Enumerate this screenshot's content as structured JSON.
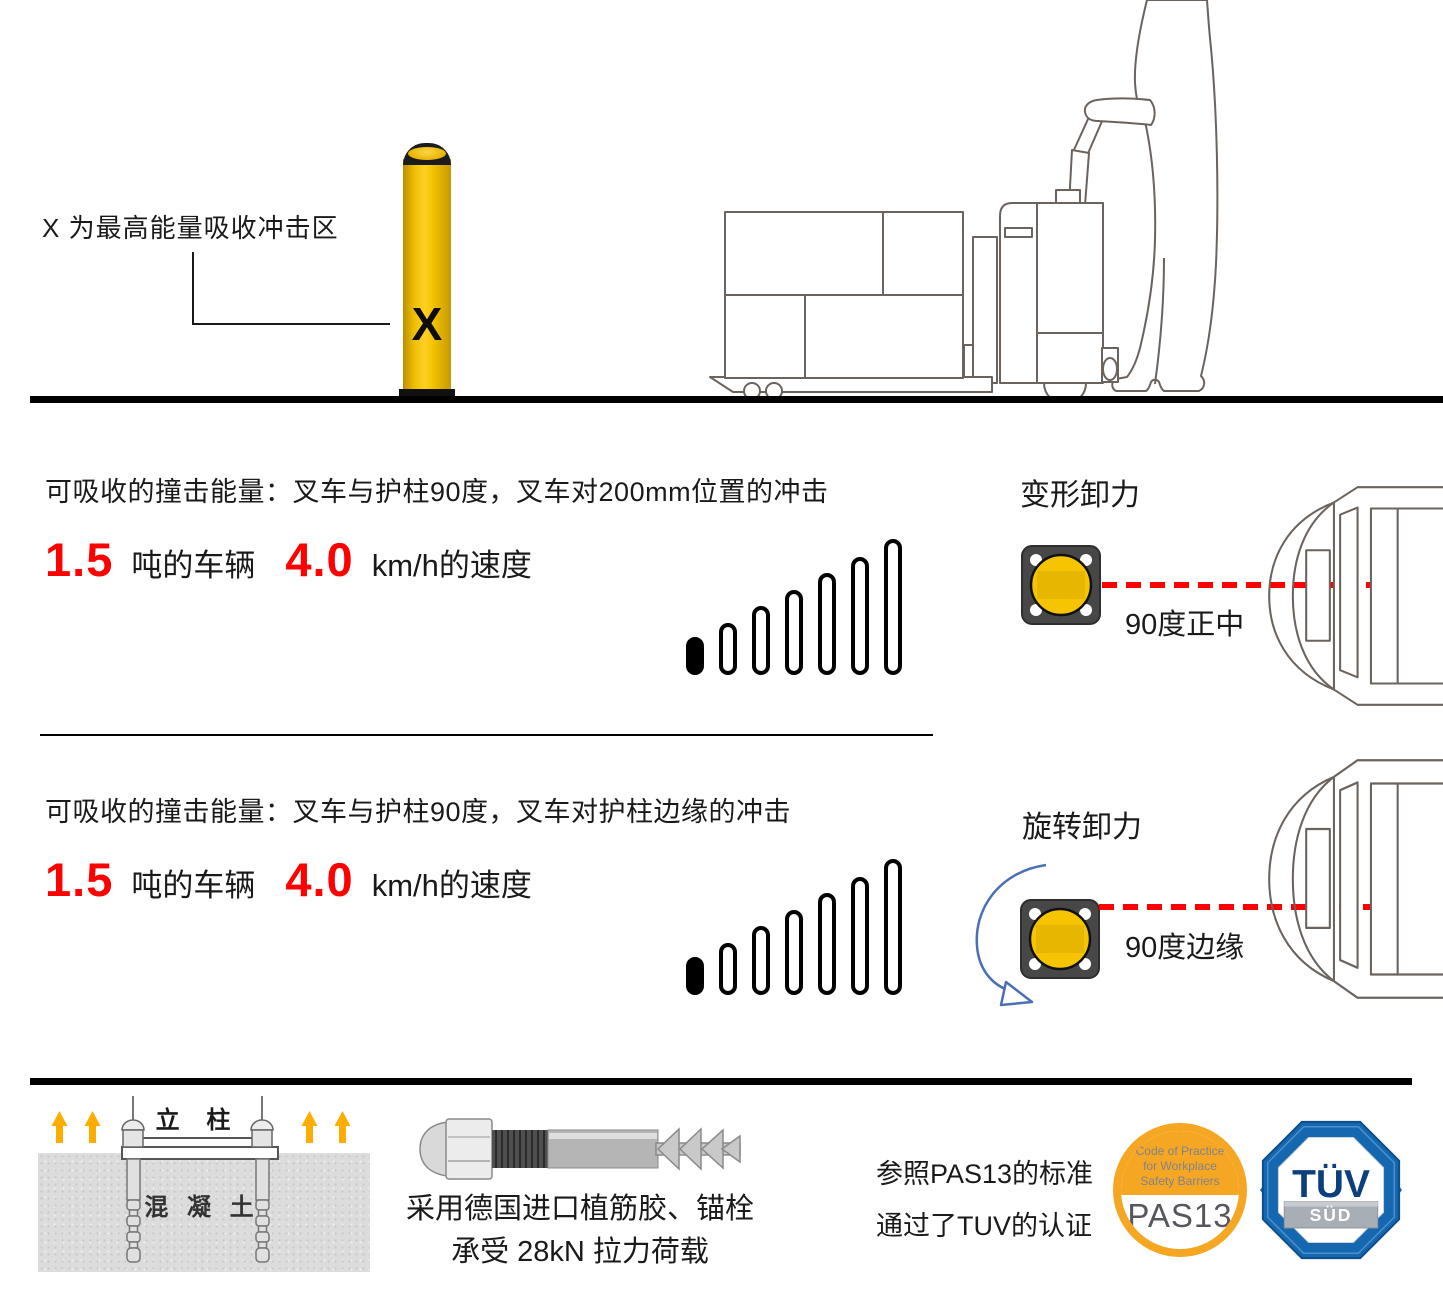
{
  "top_section": {
    "annotation": "X 为最高能量吸收冲击区",
    "bollard_marker": "X"
  },
  "rows": [
    {
      "heading": "可吸收的撞击能量：叉车与护柱90度，叉车对200mm位置的冲击",
      "weight_value": "1.5",
      "weight_unit": "吨的车辆",
      "speed_value": "4.0",
      "speed_unit": "km/h的速度",
      "bars": {
        "total": 7,
        "filled": 1
      },
      "mode_title": "变形卸力",
      "mode_caption": "90度正中"
    },
    {
      "heading": "可吸收的撞击能量：叉车与护柱90度，叉车对护柱边缘的冲击",
      "weight_value": "1.5",
      "weight_unit": "吨的车辆",
      "speed_value": "4.0",
      "speed_unit": "km/h的速度",
      "bars": {
        "total": 7,
        "filled": 1
      },
      "mode_title": "旋转卸力",
      "mode_caption": "90度边缘"
    }
  ],
  "footer": {
    "install": {
      "column_label": "立 柱",
      "concrete_label": "混 凝 土"
    },
    "anchor_line1": "采用德国进口植筋胶、锚栓",
    "anchor_line2": "承受 28kN 拉力荷载",
    "cert_line1": "参照PAS13的标准",
    "cert_line2": "通过了TUV的认证",
    "pas13_badge": {
      "line1": "Code of Practice",
      "line2": "for Workplace",
      "line3": "Safety Barriers",
      "label": "PAS13"
    },
    "tuv_badge": {
      "label": "TÜV",
      "sub_label": "SÜD"
    }
  },
  "colors": {
    "accent_red": "#ff0000",
    "bollard_yellow": "#f6c400",
    "arrow_orange": "#ffac00",
    "pas13_orange": "#f5a623",
    "tuv_blue": "#1568b0",
    "lineart_gray": "#6b635d"
  }
}
